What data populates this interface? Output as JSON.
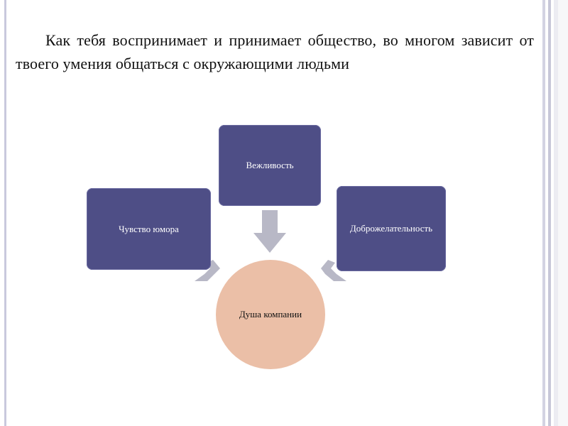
{
  "heading": {
    "text": "Как тебя воспринимает и принимает общество, во многом зависит от твоего умения общаться с окружающими людьми"
  },
  "diagram": {
    "nodes": {
      "top": "Вежливость",
      "left": "Чувство юмора",
      "right": "Доброжелательность",
      "center": "Душа компании"
    },
    "colors": {
      "box_fill": "#4e4e86",
      "circle_fill": "#ebbfa7",
      "arrow_fill": "#b8b8c6"
    },
    "arrows": [
      {
        "from": "top",
        "to": "center"
      },
      {
        "from": "left",
        "to": "center"
      },
      {
        "from": "right",
        "to": "center"
      }
    ]
  }
}
